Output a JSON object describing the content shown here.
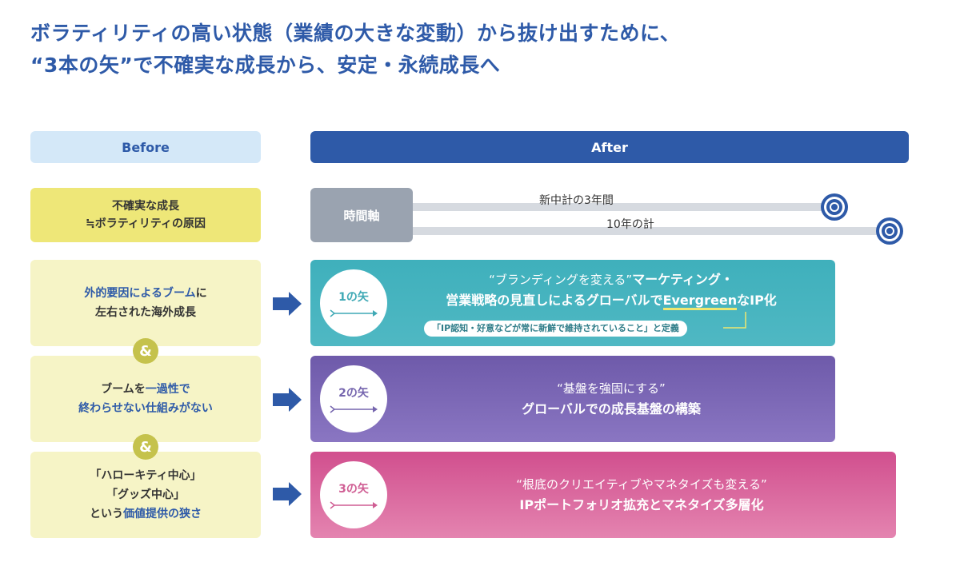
{
  "title": {
    "line1": "ボラティリティの高い状態（業績の大きな変動）から抜け出すために、",
    "line2": "“3本の矢”で不確実な成長から、安定・永続成長へ"
  },
  "headers": {
    "before": "Before",
    "after": "After"
  },
  "cause": {
    "line1": "不確実な成長",
    "line2": "≒ボラティリティの原因"
  },
  "timeline": {
    "axis_label": "時間軸",
    "line1_label": "新中計の3年間",
    "line2_label": "10年の計"
  },
  "before_items": [
    {
      "l1a": "外的要因によるブーム",
      "l1b": "に",
      "l2": "左右された海外成長"
    },
    {
      "l1a": "ブームを",
      "l1b": "一過性で",
      "l2": "終わらせない仕組みがない"
    },
    {
      "l1": "「ハローキティ中心」",
      "l2": "「グッズ中心」",
      "l3a": "という",
      "l3b": "価値提供の狭さ"
    }
  ],
  "amp": "&",
  "arrows": [
    {
      "label": "1の矢",
      "quote": "“ブランディングを変える”",
      "quote_tail": "マーケティング・",
      "main_a": "営業戦略の見直しによるグローバルで",
      "main_b": "Evergreen",
      "main_c": "なIP化",
      "note": "「IP認知・好意などが常に新鮮で維持されていること」と定義"
    },
    {
      "label": "2の矢",
      "quote": "“基盤を強固にする”",
      "main": "グローバルでの成長基盤の構築"
    },
    {
      "label": "3の矢",
      "quote": "“根底のクリエイティブやマネタイズも変える”",
      "main": "IPポートフォリオ拡充とマネタイズ多層化"
    }
  ],
  "colors": {
    "brand_blue": "#2e5aa8",
    "before_bg": "#f6f4c6",
    "cause_bg": "#eee778",
    "arrow1": "#3fb0bc",
    "arrow2": "#7565ae",
    "arrow3": "#d14f8e"
  }
}
